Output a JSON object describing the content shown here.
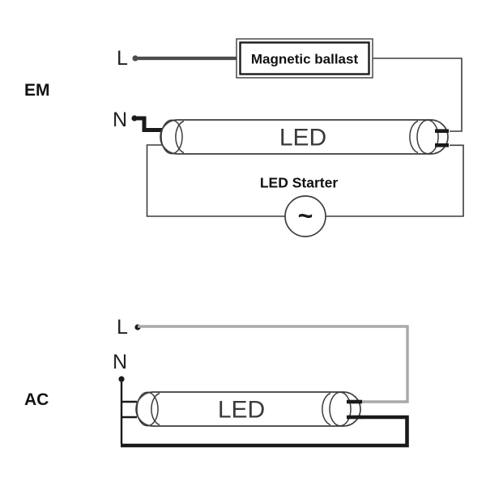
{
  "diagram": {
    "em": {
      "section_label": "EM",
      "live_label": "L",
      "neutral_label": "N",
      "ballast_label": "Magnetic ballast",
      "tube_label": "LED",
      "starter_label": "LED Starter",
      "starter_symbol": "~"
    },
    "ac": {
      "section_label": "AC",
      "live_label": "L",
      "neutral_label": "N",
      "tube_label": "LED"
    },
    "colors": {
      "line": "#3d3d3d",
      "text": "#111111",
      "live_wire_em": "#4d4d4d",
      "live_wire_ac": "#a9a9a9",
      "neutral_wire": "#1a1a1a"
    }
  }
}
